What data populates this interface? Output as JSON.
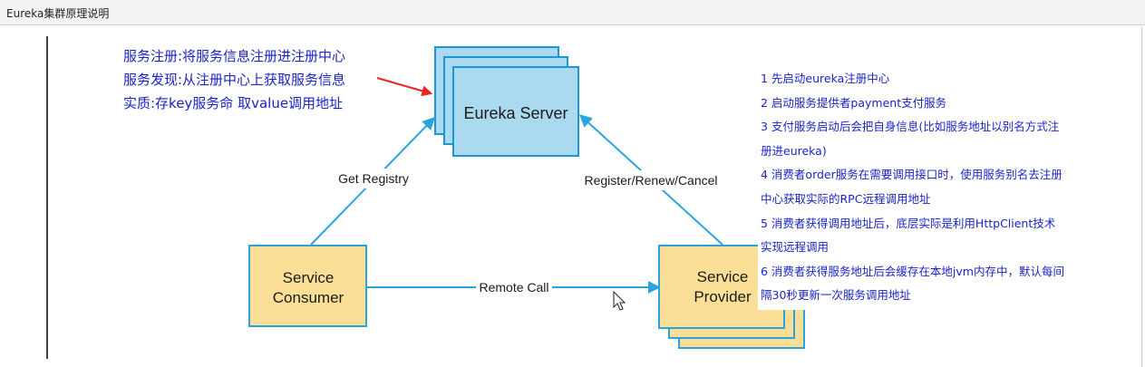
{
  "window": {
    "title": "Eureka集群原理说明"
  },
  "notes": [
    "服务注册:将服务信息注册进注册中心",
    "服务发现:从注册中心上获取服务信息",
    "实质:存key服务命 取value调用地址"
  ],
  "diagram": {
    "server_label": "Eureka Server",
    "consumer_line1": "Service",
    "consumer_line2": "Consumer",
    "provider_line1": "Service",
    "provider_line2": "Provider",
    "get_registry": "Get Registry",
    "register_renew_cancel": "Register/Renew/Cancel",
    "remote_call": "Remote Call",
    "colors": {
      "server_fill": "#abd9f0",
      "server_stroke": "#1e96d6",
      "service_fill": "#fbdf96",
      "service_stroke": "#2aa3e0",
      "arrow": "#2aa3e0",
      "annotation_arrow": "#e8271f",
      "text_blue": "#1a24c8"
    }
  },
  "steps": [
    "1 先启动eureka注册中心",
    "2 启动服务提供者payment支付服务",
    "3 支付服务启动后会把自身信息(比如服务地址以别名方式注",
    "册进eureka)",
    "4 消费者order服务在需要调用接口时，使用服务别名去注册",
    "中心获取实际的RPC远程调用地址",
    "5 消费者获得调用地址后，底层实际是利用HttpClient技术",
    "实现远程调用",
    "6 消费者获得服务地址后会缓存在本地jvm内存中，默认每间",
    "隔30秒更新一次服务调用地址"
  ]
}
